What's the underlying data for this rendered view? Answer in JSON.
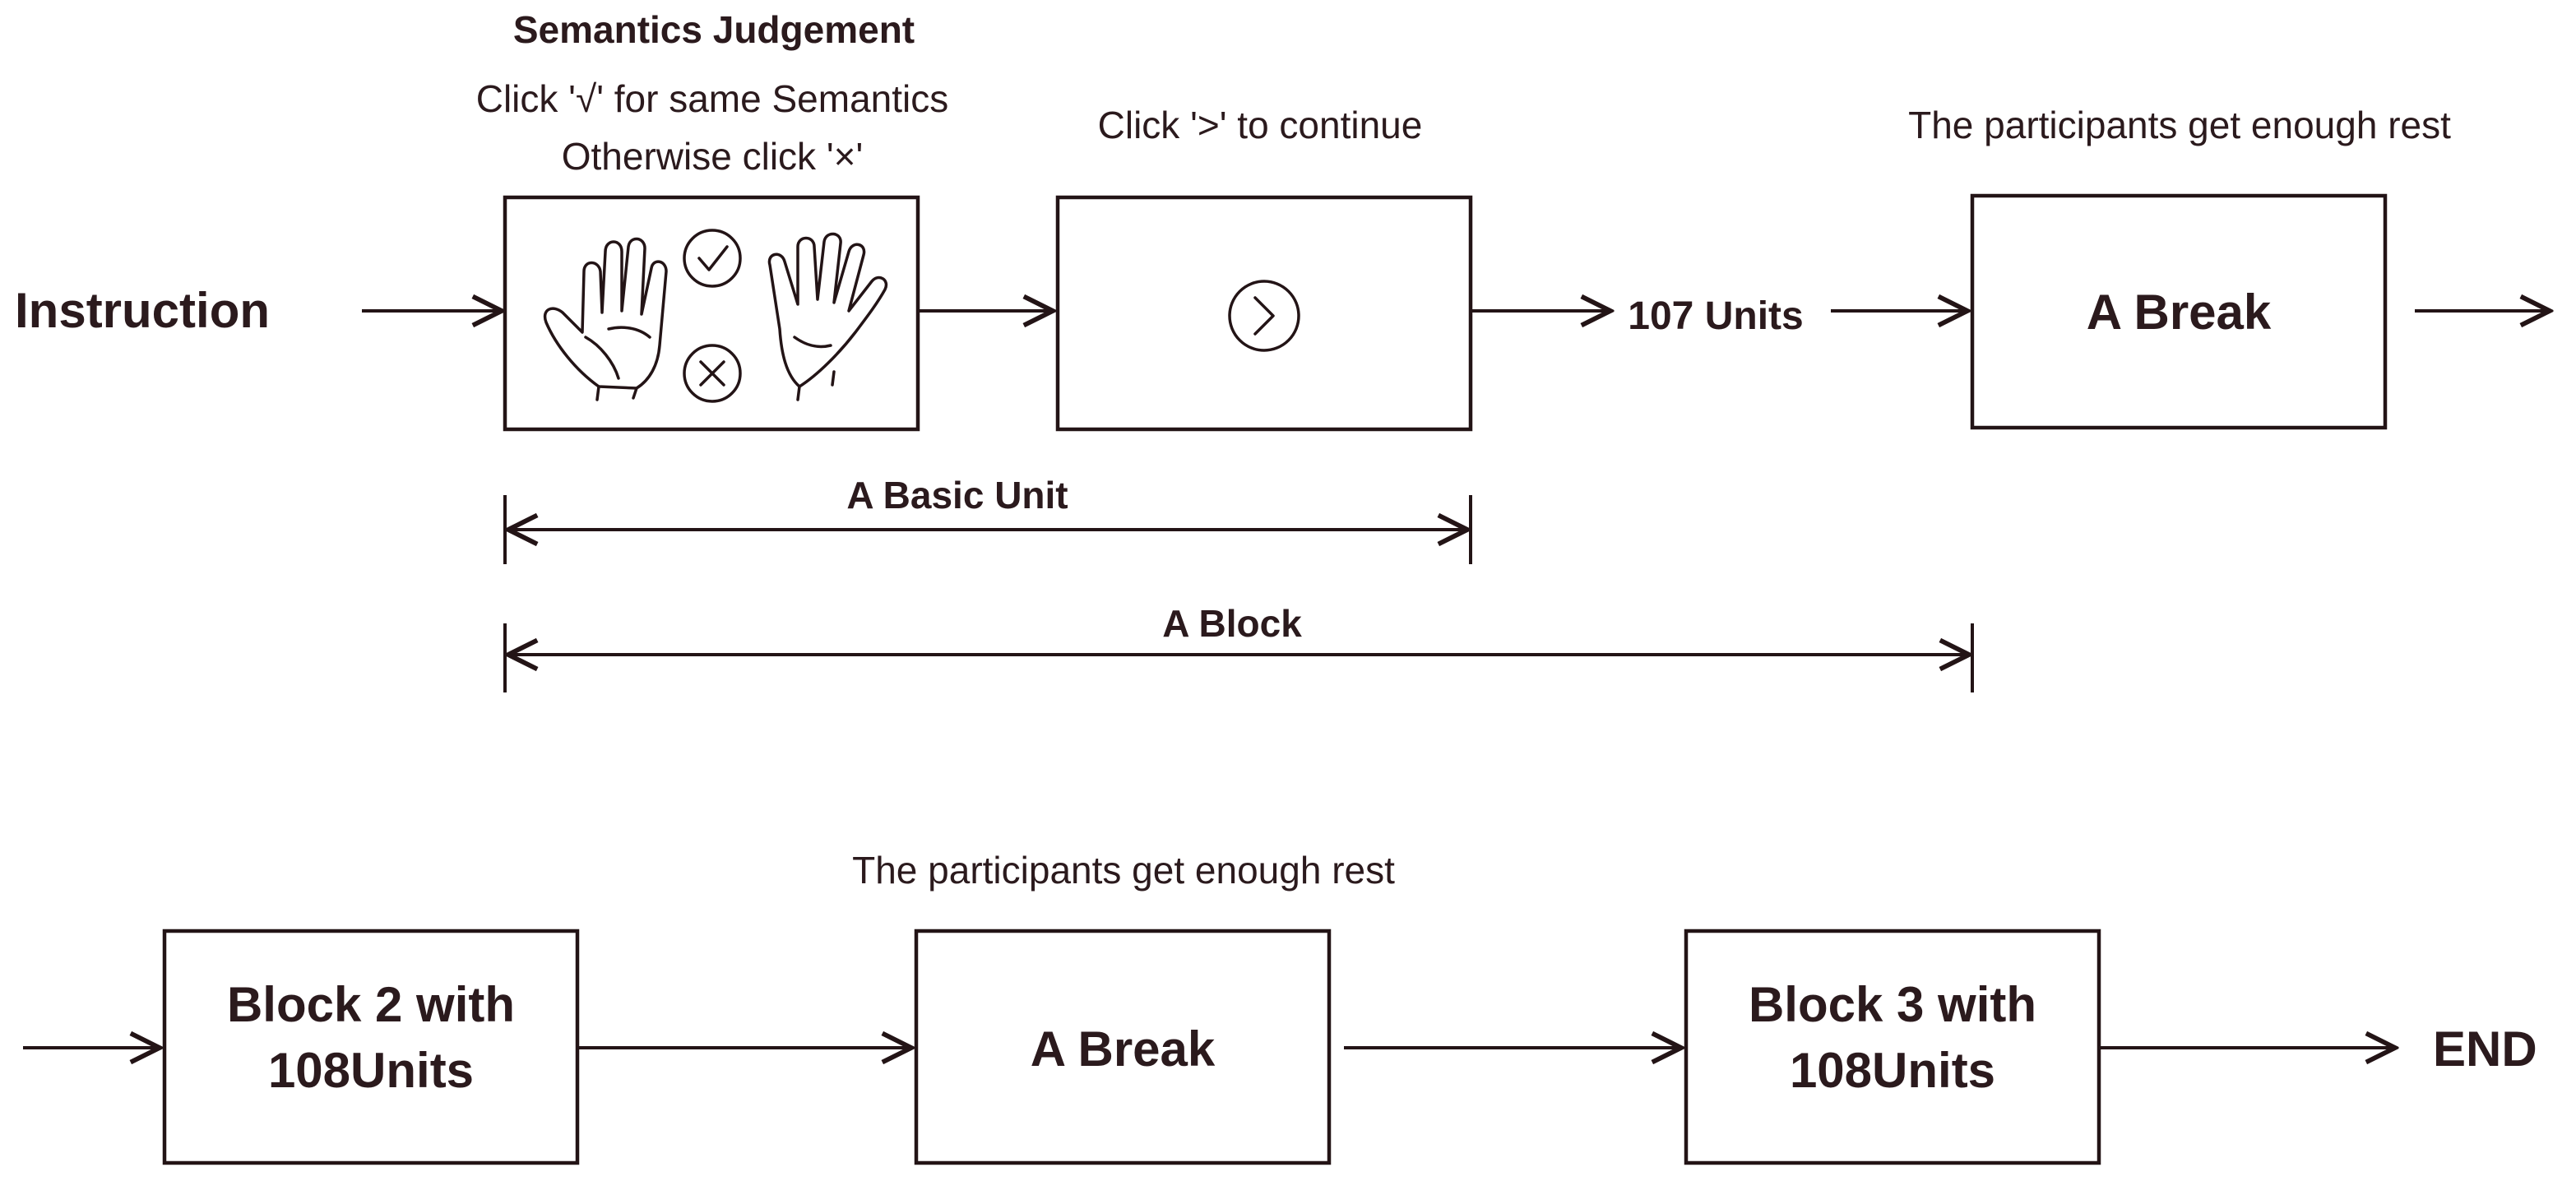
{
  "top_row": {
    "start_label": "Instruction",
    "judgement_title": "Semantics Judgement",
    "judgement_instruction_1": "Click '√' for same Semantics",
    "judgement_instruction_2": "Otherwise click '×'",
    "continue_instruction": "Click '>' to continue",
    "units_label": "107 Units",
    "rest_note": "The participants get enough rest",
    "break_label": "A Break",
    "icons": {
      "left_hand": "left-hand-icon",
      "right_hand": "right-hand-icon",
      "check": "check-circle-icon",
      "cross": "cross-circle-icon",
      "next": "chevron-right-circle-icon"
    }
  },
  "spans": {
    "basic_unit": "A Basic Unit",
    "block": "A Block"
  },
  "bottom_row": {
    "rest_note": "The participants get enough rest",
    "block2_line1": "Block 2 with",
    "block2_line2": "108Units",
    "break_label": "A Break",
    "block3_line1": "Block 3 with",
    "block3_line2": "108Units",
    "end_label": "END"
  },
  "colors": {
    "ink": "#231416",
    "text": "#2b1a1d",
    "background": "#ffffff"
  }
}
